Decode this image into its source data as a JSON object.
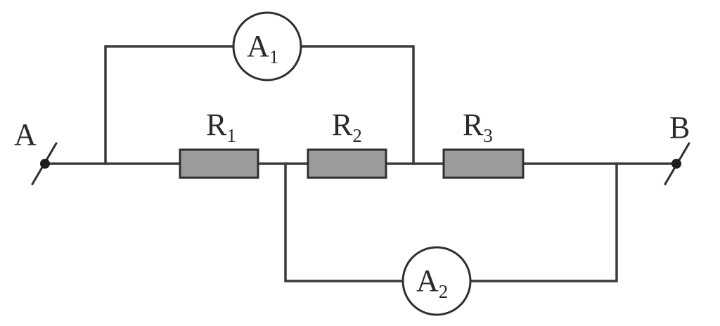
{
  "terminals": {
    "a": "A",
    "b": "B"
  },
  "resistors": [
    {
      "letter": "R",
      "index": "1"
    },
    {
      "letter": "R",
      "index": "2"
    },
    {
      "letter": "R",
      "index": "3"
    }
  ],
  "ammeters": [
    {
      "letter": "A",
      "index": "1"
    },
    {
      "letter": "A",
      "index": "2"
    }
  ],
  "colors": {
    "wire": "#3a3a3a",
    "resistor_fill": "#9b9b9b",
    "background": "#ffffff"
  }
}
